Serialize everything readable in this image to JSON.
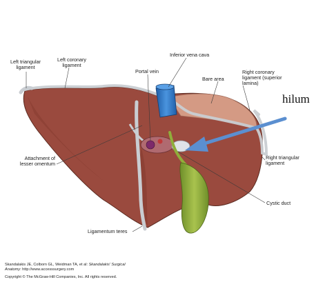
{
  "labels": {
    "left_triangular": "Left triangular\nligament",
    "left_coronary": "Left coronary\nligament",
    "ivc": "Inferior vena cava",
    "portal_vein": "Portal vein",
    "bare_area": "Bare area",
    "right_coronary": "Right coronary\nligament (superior\nlamina)",
    "lesser_omentum": "Attachment of\nlesser omentum",
    "right_triangular": "Right triangular\nligament",
    "cystic_duct": "Cystic duct",
    "ligamentum_teres": "Ligamentum teres"
  },
  "annotation": {
    "hilum": "hilum"
  },
  "credit": {
    "line1_a": "Skandalakis JE, Colborn GL, Weidman TA, et al: ",
    "line1_b": "Skandalakis' Surgical",
    "line2_a": "Anatomy",
    "line2_b": ": http://www.accesssurgery.com",
    "line3": "Copyright © The McGraw-Hill Companies, Inc. All rights reserved."
  },
  "colors": {
    "liver": "#9a4a3e",
    "liver_dark": "#7a3529",
    "bare_area": "#d49a84",
    "ivc": "#2f78c4",
    "gallbladder": "#8fae3b",
    "ligament": "#c9cdd2",
    "arrow": "#5b8fd0"
  }
}
